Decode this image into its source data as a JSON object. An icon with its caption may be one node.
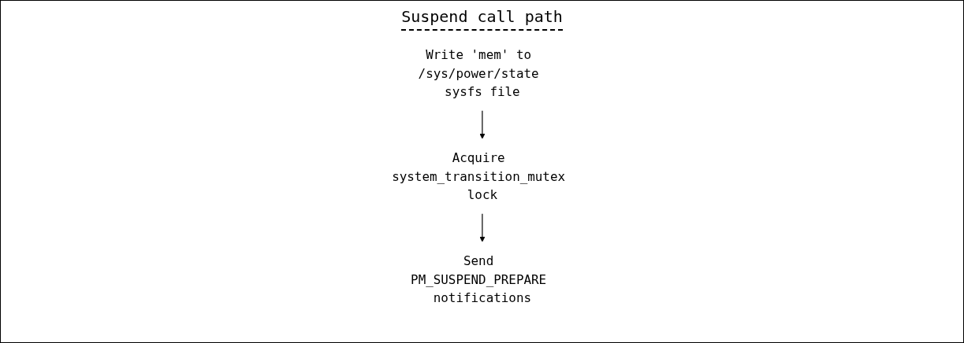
{
  "diagram": {
    "title": "Suspend call path",
    "nodes": [
      {
        "text": [
          "Write 'mem' to /sys/power/state sysfs file"
        ]
      },
      {
        "text": [
          "Acquire system_transition_mutex lock"
        ]
      },
      {
        "text": [
          "Send PM_SUSPEND_PREPARE notifications"
        ]
      }
    ],
    "edges": [
      {
        "from": 0,
        "to": 1,
        "arrow": "to"
      },
      {
        "from": 1,
        "to": 2,
        "arrow": "to"
      }
    ]
  }
}
